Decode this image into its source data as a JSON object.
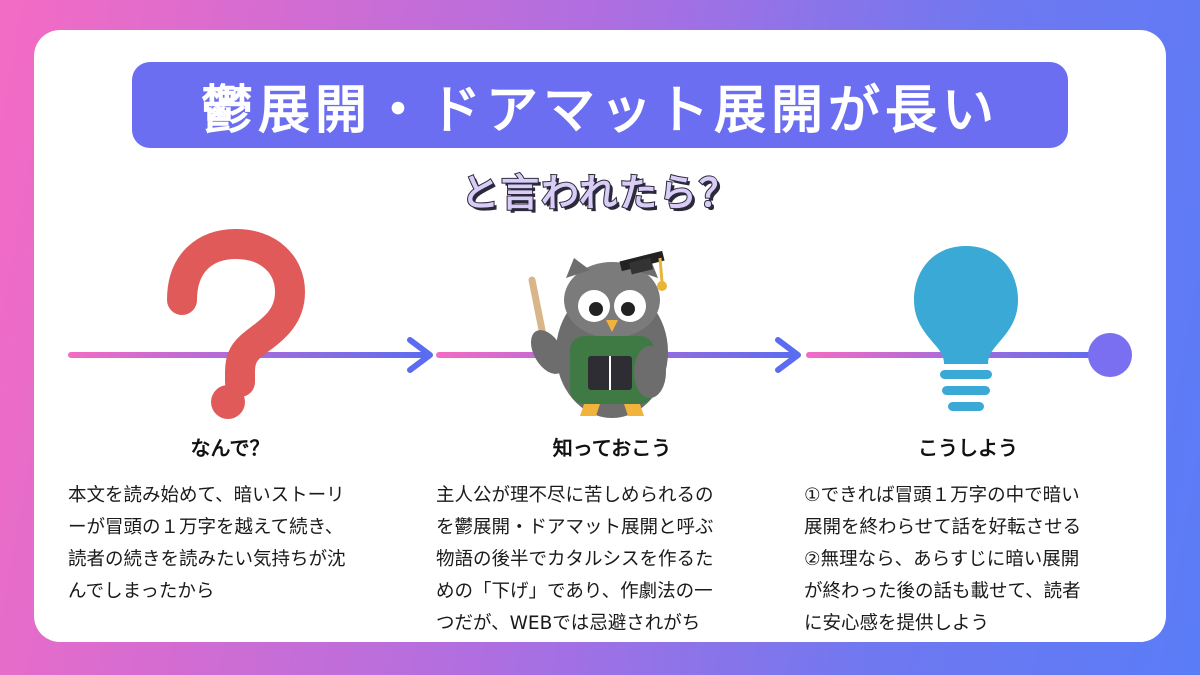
{
  "header": {
    "title": "鬱展開・ドアマット展開が長い",
    "subtitle": "と言われたら？"
  },
  "columns": [
    {
      "icon": "question-mark-icon",
      "title": "なんで？",
      "body": [
        "本文を読み始めて、暗いストーリ",
        "ーが冒頭の１万字を越えて続き、",
        "読者の続きを読みたい気持ちが沈",
        "んでしまったから"
      ]
    },
    {
      "icon": "owl-teacher-icon",
      "title": "知っておこう",
      "body": [
        "主人公が理不尽に苦しめられるの",
        "を鬱展開・ドアマット展開と呼ぶ",
        "物語の後半でカタルシスを作るた",
        "めの「下げ」であり、作劇法の一",
        "つだが、WEBでは忌避されがち"
      ]
    },
    {
      "icon": "light-bulb-icon",
      "title": "こうしよう",
      "body": [
        "①できれば冒頭１万字の中で暗い",
        "展開を終わらせて話を好転させる",
        "②無理なら、あらすじに暗い展開",
        "が終わった後の話も載せて、読者",
        "に安心感を提供しよう"
      ]
    }
  ],
  "colors": {
    "title_bg": "#6b6ef0",
    "question": "#e05a5a",
    "bulb": "#3aa9d6",
    "line_start": "#f46bc4",
    "line_end": "#5a6cf0"
  }
}
